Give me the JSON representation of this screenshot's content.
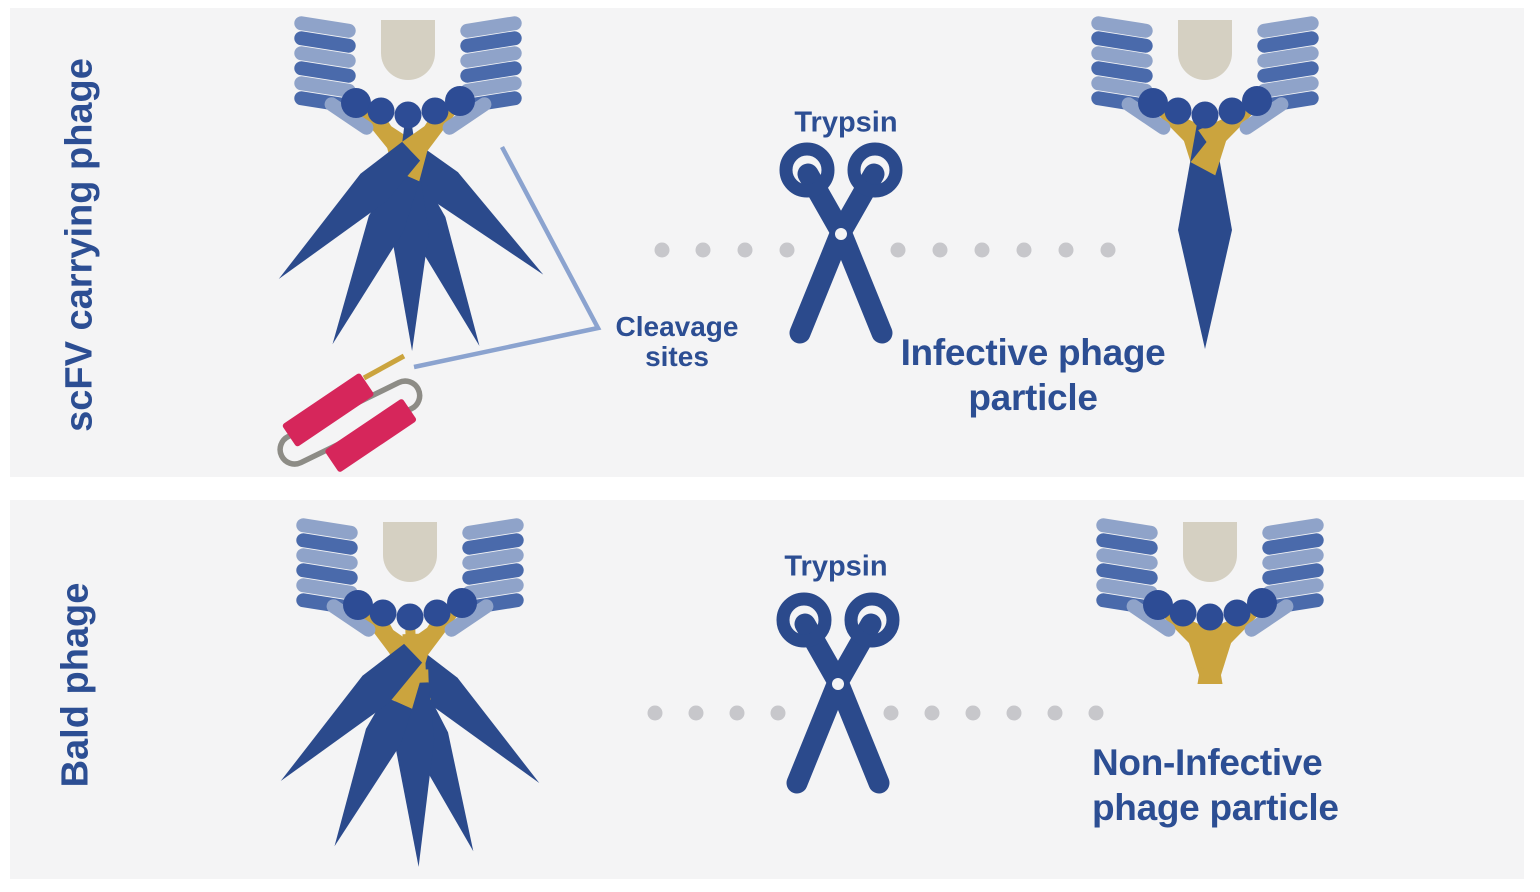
{
  "colors": {
    "bg": "#ffffff",
    "panel": "#f4f4f5",
    "navy": "#2b4a8c",
    "dotNavy": "#2d4c95",
    "text": "#2c4e93",
    "coilMed": "#4a6aab",
    "coilLight": "#8fa3c9",
    "beige": "#d5d0c2",
    "gold": "#cba43e",
    "red": "#d6265b",
    "loopGray": "#8d8c86",
    "callout": "#8ba3cf",
    "dotGray": "#c7c7cb"
  },
  "panels": [
    {
      "side_label": "scFV carrying phage",
      "trypsin_label": "Trypsin",
      "callout": {
        "line1": "Cleavage",
        "line2": "sites"
      },
      "result": {
        "line1": "Infective phage",
        "line2": "particle"
      },
      "icons": {
        "enzyme": "trypsin-scissors-icon",
        "phage_before": "scfv-carrying-phage-illustration",
        "payload": "scfv-molecule-illustration",
        "phage_after": "infective-phage-illustration",
        "process": "dotted-reaction-line"
      }
    },
    {
      "side_label": "Bald phage",
      "trypsin_label": "Trypsin",
      "result": {
        "line1": "Non-Infective",
        "line2": "phage particle"
      },
      "icons": {
        "enzyme": "trypsin-scissors-icon",
        "phage_before": "bald-phage-illustration",
        "phage_after": "non-infective-phage-illustration",
        "process": "dotted-reaction-line"
      }
    }
  ]
}
